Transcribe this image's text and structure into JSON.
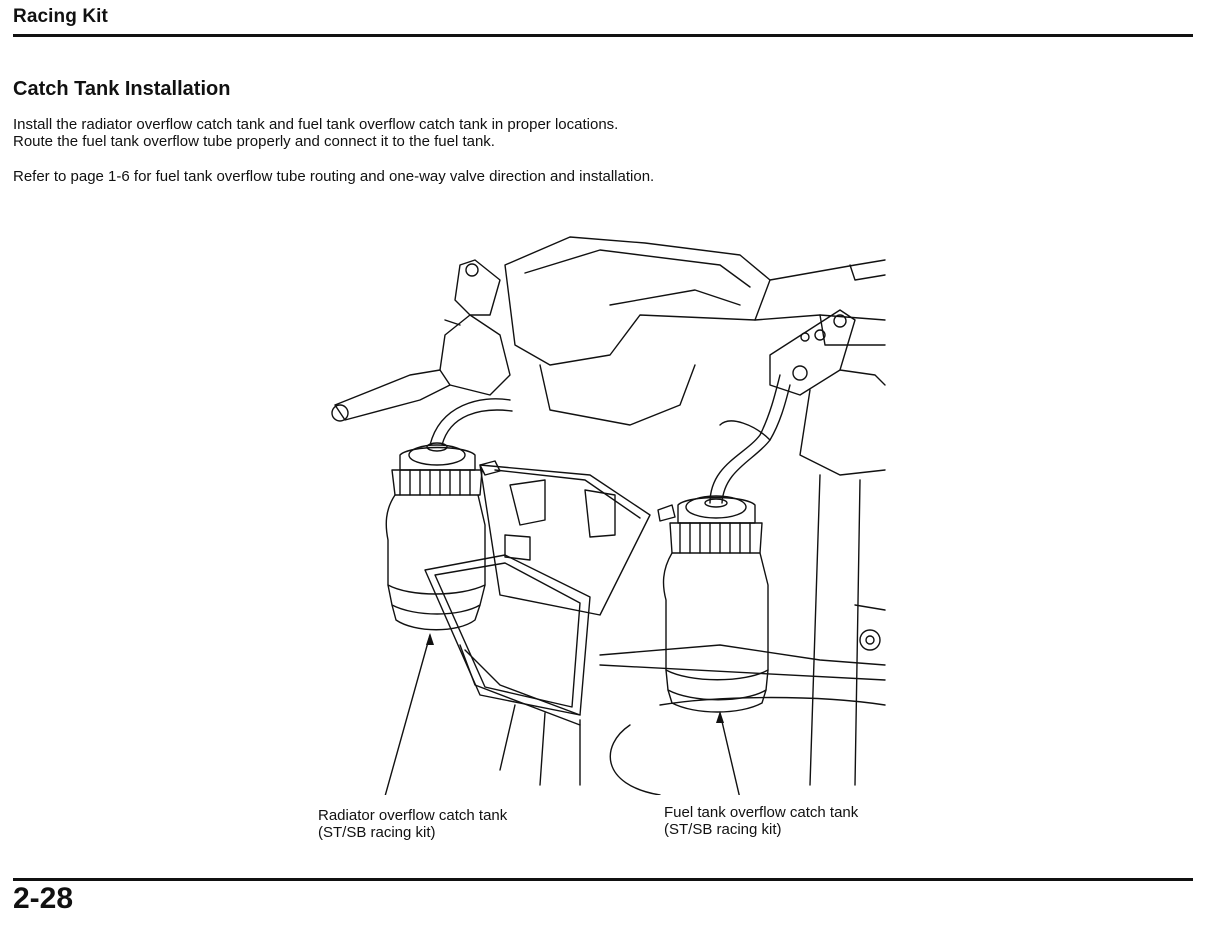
{
  "header": {
    "title": "Racing Kit"
  },
  "section": {
    "title": "Catch Tank Installation"
  },
  "body": {
    "line1": "Install the radiator overflow catch tank and fuel tank overflow catch tank in proper locations.",
    "line2": "Route the fuel tank overflow tube properly and connect it to the fuel tank.",
    "line3": "Refer to page 1-6 for fuel tank overflow tube routing and one-way valve direction and installation."
  },
  "callouts": {
    "radiator": {
      "line1": "Radiator overflow catch tank",
      "line2": "(ST/SB racing kit)"
    },
    "fuel": {
      "line1": "Fuel tank overflow catch tank",
      "line2": "(ST/SB racing kit)"
    }
  },
  "footer": {
    "page_number": "2-28"
  },
  "colors": {
    "ink": "#111111",
    "paper": "#ffffff"
  }
}
